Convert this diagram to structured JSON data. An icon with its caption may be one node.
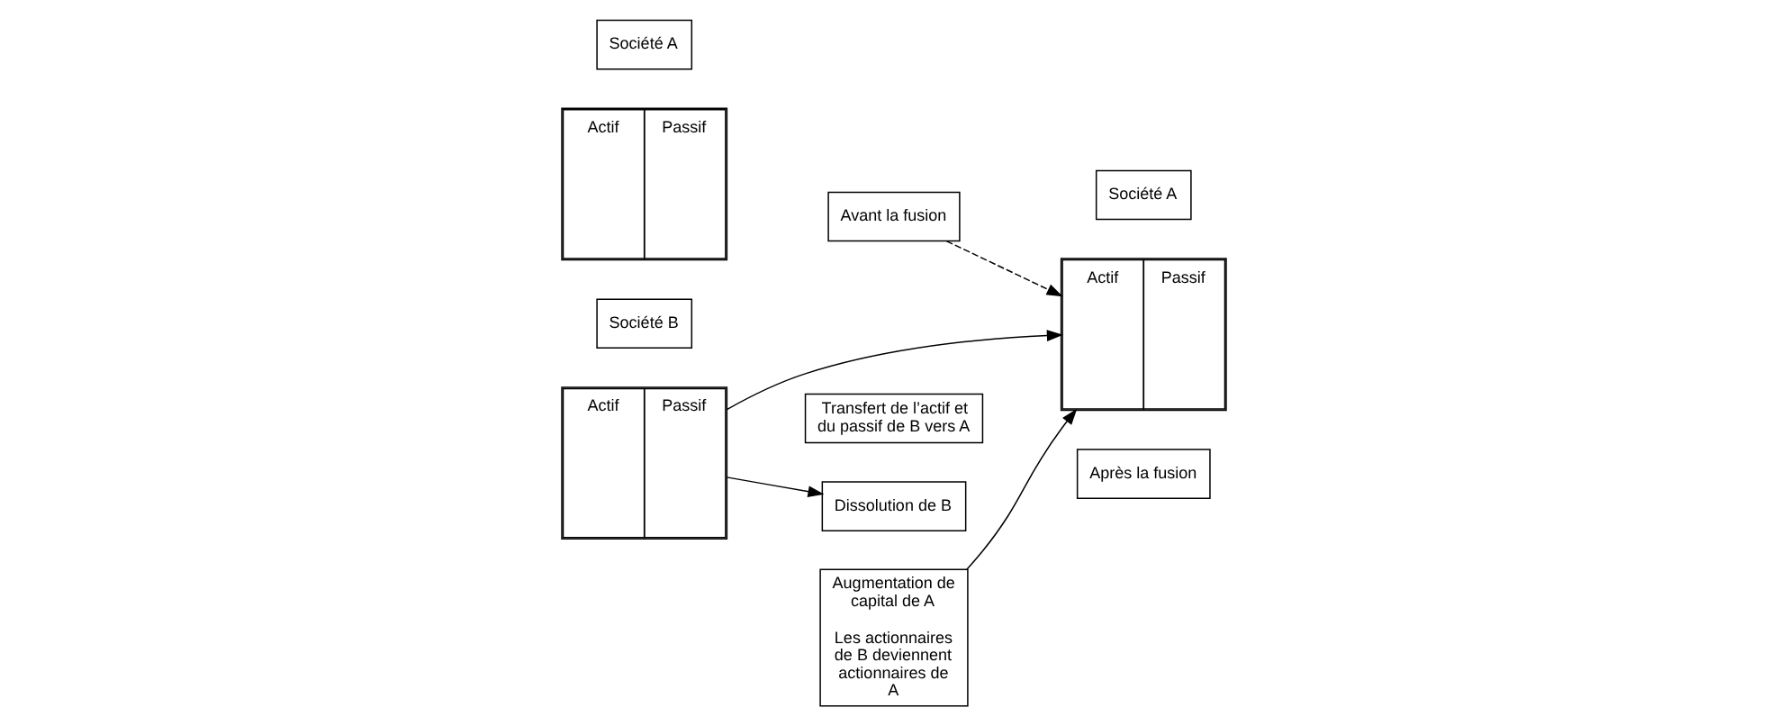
{
  "diagram": {
    "nodes": [
      {
        "text": [
          "Société A"
        ]
      },
      {
        "text": [
          "Actif",
          "Passif"
        ]
      },
      {
        "text": [
          "Avant la fusion"
        ]
      },
      {
        "text": [
          "Société B"
        ]
      },
      {
        "text": [
          "Actif",
          "Passif"
        ]
      },
      {
        "text": [
          "Société A"
        ]
      },
      {
        "text": [
          "Actif",
          "Passif"
        ]
      },
      {
        "text": [
          "Après la fusion"
        ]
      },
      {
        "text": [
          "Augmentation de capital de A",
          "Les actionnaires de B deviennent actionnaires de A"
        ]
      },
      {
        "text": [
          "Transfert de l’actif et du passif de B vers A"
        ]
      },
      {
        "text": [
          "Dissolution de B"
        ]
      }
    ],
    "edges": [
      {
        "from": 2,
        "to": 6,
        "arrow": "to",
        "style": "dashed"
      },
      {
        "from": 8,
        "to": 6,
        "arrow": "to"
      },
      {
        "from": 4,
        "to": 6,
        "arrow": "to"
      },
      {
        "from": 4,
        "to": 10,
        "arrow": "to"
      }
    ]
  }
}
